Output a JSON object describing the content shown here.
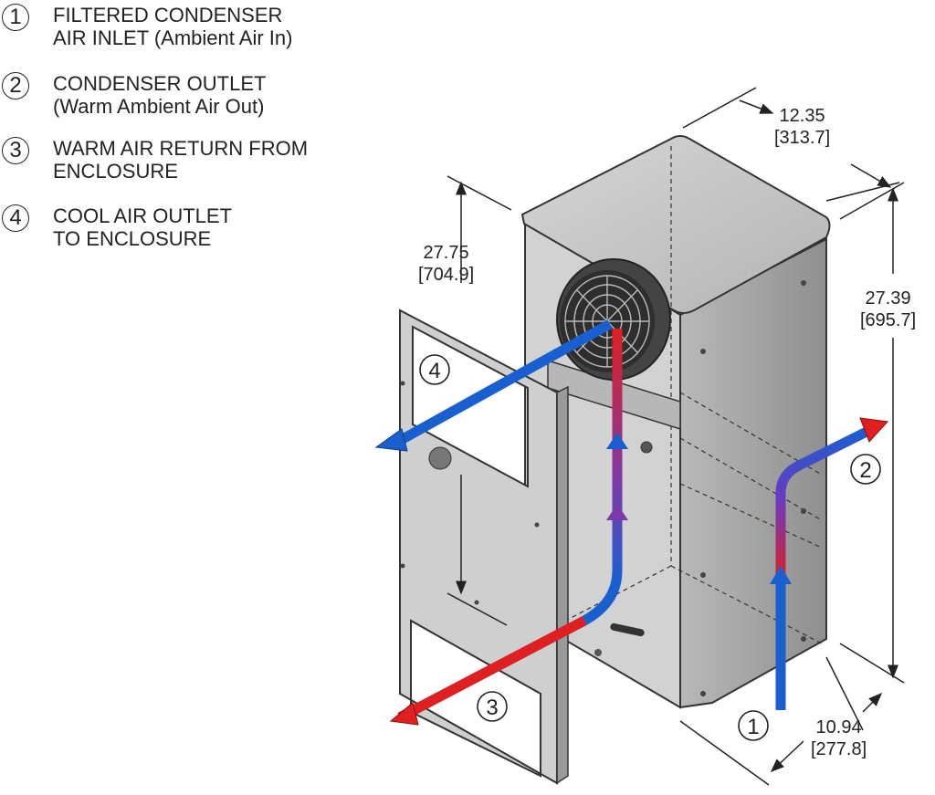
{
  "legend": [
    {
      "num": "1",
      "line1": "FILTERED CONDENSER",
      "line2": "AIR INLET (Ambient Air In)"
    },
    {
      "num": "2",
      "line1": "CONDENSER OUTLET",
      "line2": "(Warm Ambient Air Out)"
    },
    {
      "num": "3",
      "line1": "WARM AIR RETURN FROM",
      "line2": "ENCLOSURE"
    },
    {
      "num": "4",
      "line1": "COOL AIR OUTLET",
      "line2": "TO ENCLOSURE"
    }
  ],
  "dimensions": {
    "depth": {
      "imperial": "12.35",
      "metric": "[313.7]"
    },
    "height_frame": {
      "imperial": "27.75",
      "metric": "[704.9]"
    },
    "height_unit": {
      "imperial": "27.39",
      "metric": "[695.7]"
    },
    "width": {
      "imperial": "10.94",
      "metric": "[277.8]"
    }
  },
  "callouts": {
    "c1": "1",
    "c2": "2",
    "c3": "3",
    "c4": "4"
  },
  "colors": {
    "warm": "#e02020",
    "cool": "#1a5fd0",
    "body": "#a9a9a9",
    "frame": "#c6c6c6"
  }
}
